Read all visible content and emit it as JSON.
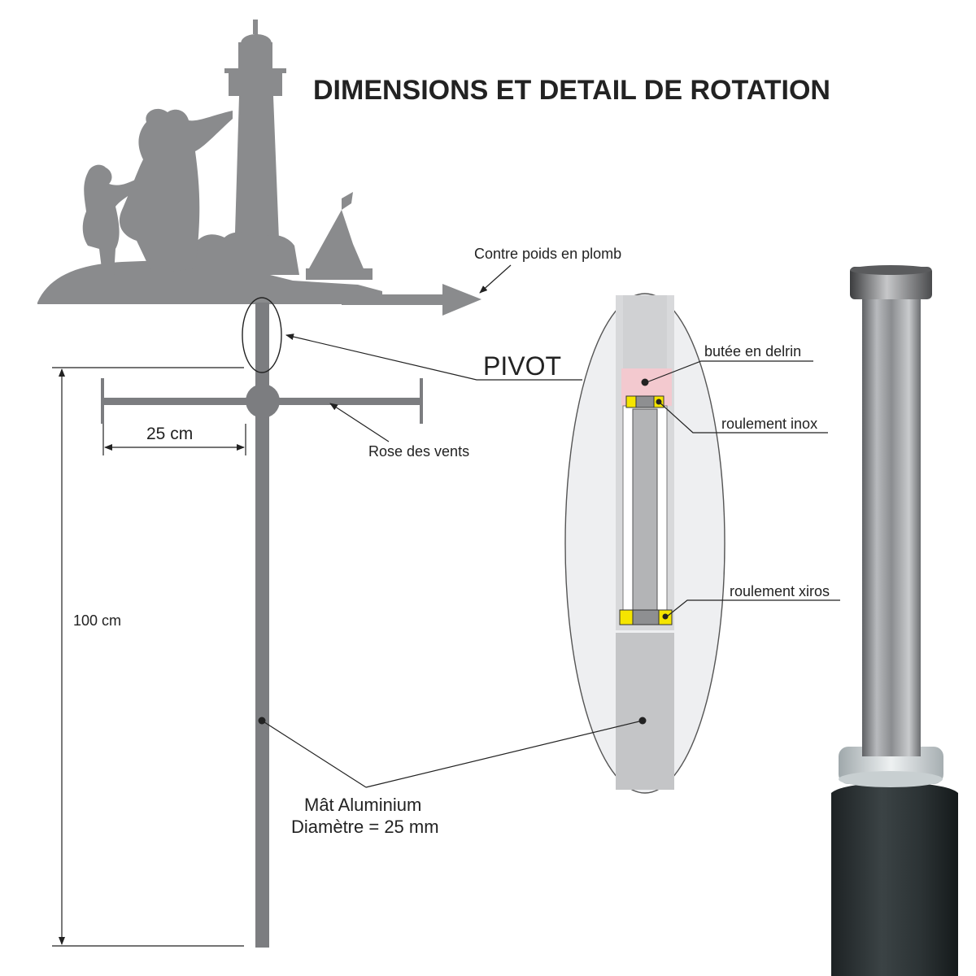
{
  "title": "DIMENSIONS ET DETAIL DE ROTATION",
  "labels": {
    "counterweight": "Contre poids en plomb",
    "pivot": "PIVOT",
    "compass_rose": "Rose des vents",
    "width_dim": "25 cm",
    "height_dim": "100 cm",
    "mast_line1": "Mât Aluminium",
    "mast_line2": "Diamètre = 25 mm",
    "delrin_stop": "butée en delrin",
    "inox_bearing": "roulement inox",
    "xiros_bearing": "roulement xiros"
  },
  "colors": {
    "silhouette": "#8a8b8d",
    "mast": "#7c7d80",
    "detail_bg": "#eeeff1",
    "shaft": "#b3b4b6",
    "delrin": "#f3c9cf",
    "bearing": "#f5e500",
    "ink": "#222222"
  }
}
